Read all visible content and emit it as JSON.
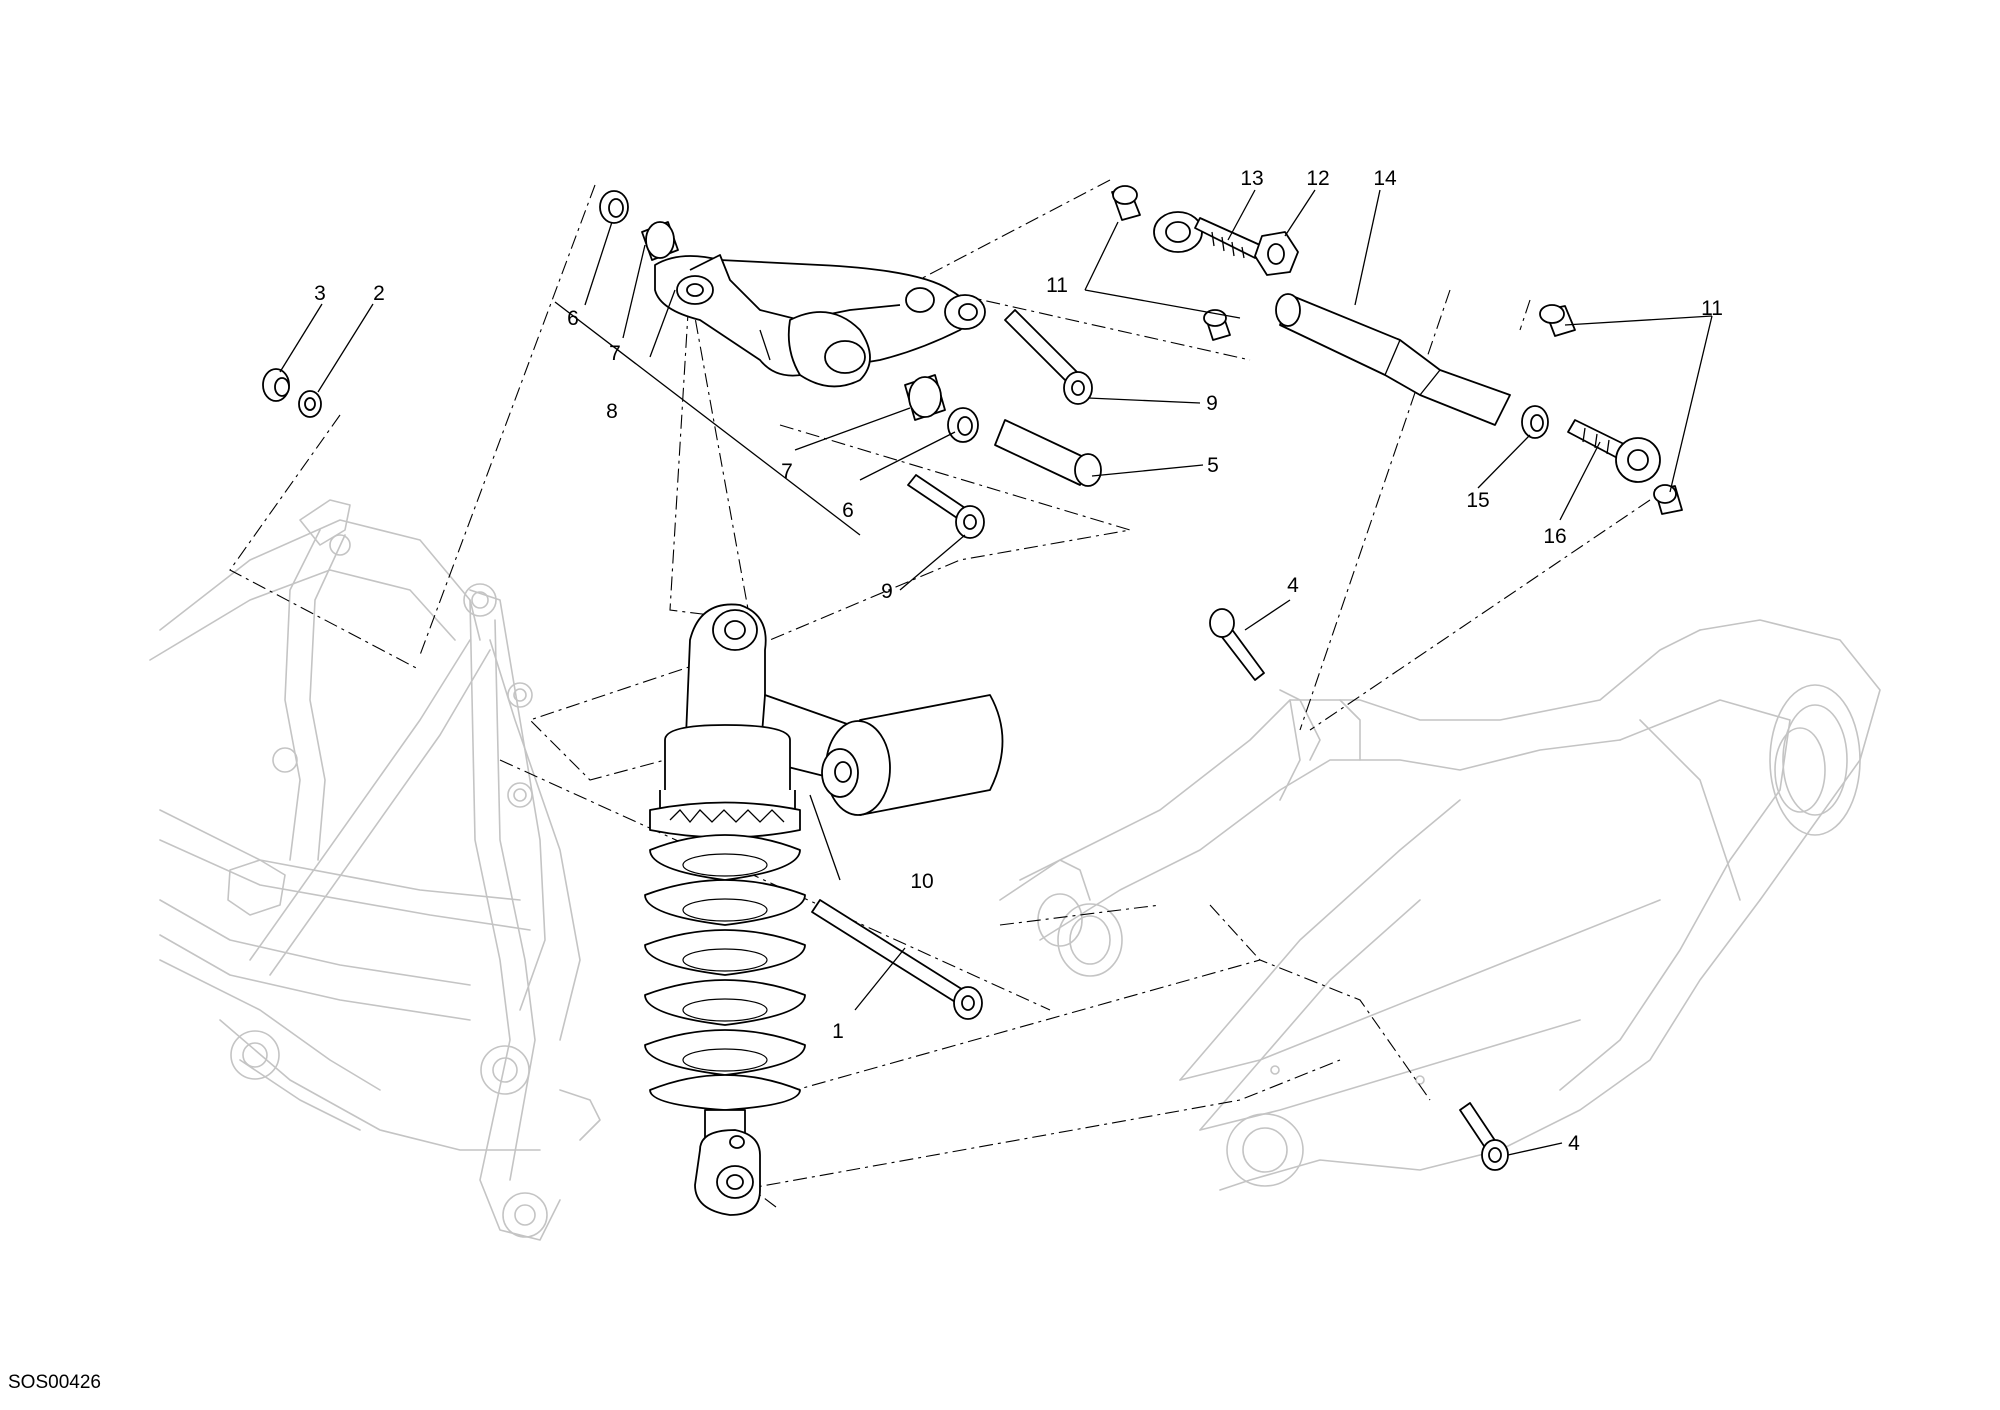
{
  "drawing": {
    "code": "SOS00426"
  },
  "callouts": [
    {
      "id": "c1",
      "text": "1"
    },
    {
      "id": "c2",
      "text": "2"
    },
    {
      "id": "c3",
      "text": "3"
    },
    {
      "id": "c4a",
      "text": "4"
    },
    {
      "id": "c4b",
      "text": "4"
    },
    {
      "id": "c5",
      "text": "5"
    },
    {
      "id": "c6a",
      "text": "6"
    },
    {
      "id": "c6b",
      "text": "6"
    },
    {
      "id": "c7a",
      "text": "7"
    },
    {
      "id": "c7b",
      "text": "7"
    },
    {
      "id": "c8",
      "text": "8"
    },
    {
      "id": "c9a",
      "text": "9"
    },
    {
      "id": "c9b",
      "text": "9"
    },
    {
      "id": "c10",
      "text": "10"
    },
    {
      "id": "c11a",
      "text": "11"
    },
    {
      "id": "c11b",
      "text": "11"
    },
    {
      "id": "c12",
      "text": "12"
    },
    {
      "id": "c13",
      "text": "13"
    },
    {
      "id": "c14",
      "text": "14"
    },
    {
      "id": "c15",
      "text": "15"
    },
    {
      "id": "c16",
      "text": "16"
    }
  ]
}
